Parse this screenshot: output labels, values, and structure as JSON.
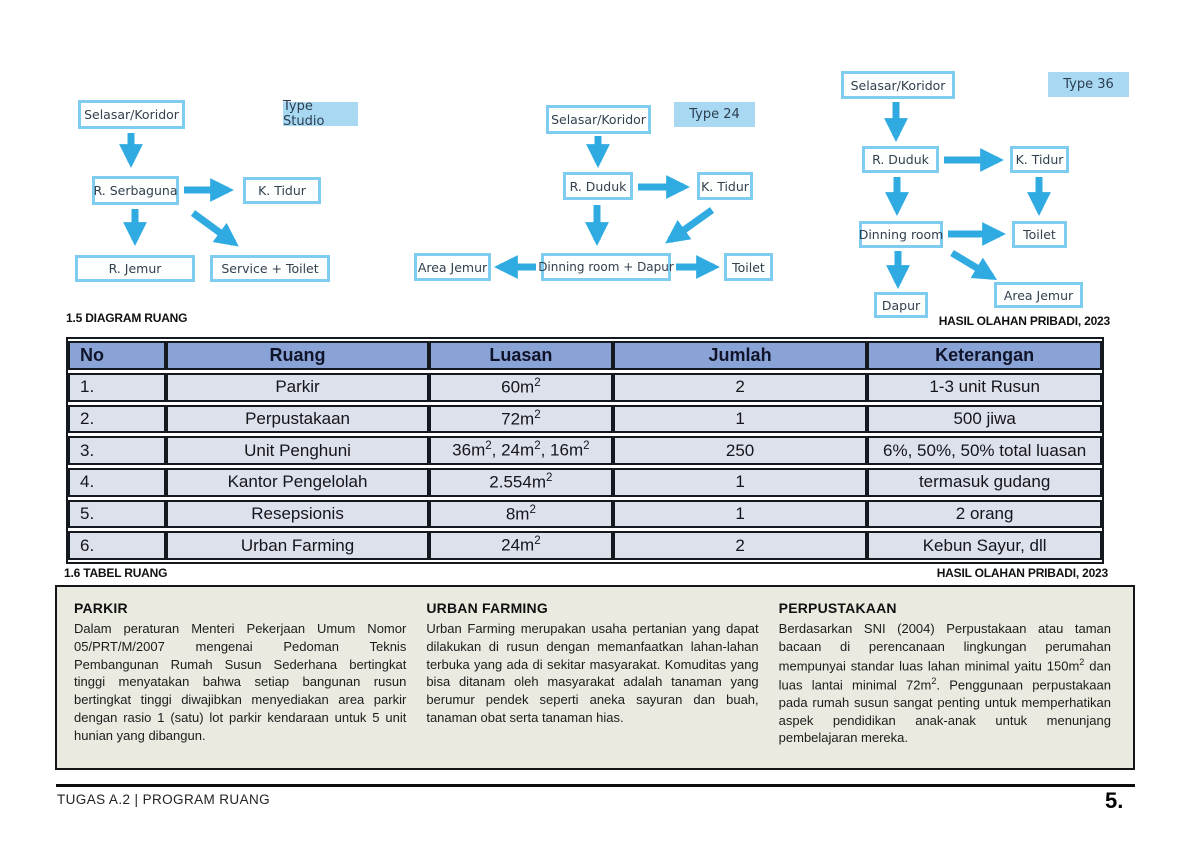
{
  "colors": {
    "diagram_box_border": "#7ecdf1",
    "arrow": "#2fabe2",
    "type_label_fill": "#a9d9f2",
    "table_header_bg": "#8aa3d6",
    "table_row_bg": "#dde1ec",
    "panel_bg": "#eaeae1"
  },
  "diagrams": {
    "studio": {
      "type_label": "Type Studio",
      "nodes": [
        "Selasar/Koridor",
        "R. Serbaguna",
        "K. Tidur",
        "R. Jemur",
        "Service + Toilet"
      ]
    },
    "type24": {
      "type_label": "Type 24",
      "nodes": [
        "Selasar/Koridor",
        "R. Duduk",
        "K. Tidur",
        "Area Jemur",
        "Dinning room + Dapur",
        "Toilet"
      ]
    },
    "type36": {
      "type_label": "Type 36",
      "nodes": [
        "Selasar/Koridor",
        "R. Duduk",
        "K. Tidur",
        "Dinning room",
        "Toilet",
        "Dapur",
        "Area Jemur"
      ]
    }
  },
  "sections": {
    "diagram_label": "1.5 DIAGRAM RUANG",
    "table_label": "1.6 TABEL RUANG"
  },
  "source_notes": {
    "top": "HASIL OLAHAN PRIBADI, 2023",
    "bottom": "HASIL OLAHAN PRIBADI, 2023"
  },
  "table": {
    "headers": [
      "No",
      "Ruang",
      "Luasan",
      "Jumlah",
      "Keterangan"
    ],
    "rows": [
      [
        "1.",
        "Parkir",
        "60m²",
        "2",
        "1-3 unit Rusun"
      ],
      [
        "2.",
        "Perpustakaan",
        "72m²",
        "1",
        "500 jiwa"
      ],
      [
        "3.",
        "Unit Penghuni",
        "36m², 24m², 16m²",
        "250",
        "6%, 50%, 50% total luasan"
      ],
      [
        "4.",
        "Kantor Pengelolah",
        "2.554m²",
        "1",
        "termasuk gudang"
      ],
      [
        "5.",
        "Resepsionis",
        "8m²",
        "1",
        "2 orang"
      ],
      [
        "6.",
        "Urban Farming",
        "24m²",
        "2",
        "Kebun Sayur, dll"
      ]
    ]
  },
  "notes": [
    {
      "title": "PARKIR",
      "body": "Dalam peraturan Menteri Pekerjaan Umum Nomor 05/PRT/M/2007 mengenai Pedoman Teknis Pembangunan Rumah Susun Sederhana bertingkat tinggi menyatakan bahwa setiap bangunan rusun bertingkat tinggi diwajibkan menyediakan area parkir dengan rasio 1 (satu) lot parkir kendaraan untuk 5 unit hunian yang dibangun."
    },
    {
      "title": "URBAN FARMING",
      "body": "Urban Farming merupakan usaha pertanian yang dapat dilakukan di rusun dengan memanfaatkan lahan-lahan terbuka yang ada di sekitar masyarakat. Komuditas yang bisa ditanam oleh masyarakat adalah tanaman yang berumur pendek seperti aneka sayuran dan buah, tanaman obat serta tanaman hias."
    },
    {
      "title": "PERPUSTAKAAN",
      "body": "Berdasarkan SNI (2004) Perpustakaan atau taman bacaan di perencanaan lingkungan perumahan mempunyai standar luas lahan minimal yaitu 150m² dan luas lantai minimal 72m². Penggunaan perpustakaan pada rumah susun sangat penting untuk memperhatikan aspek pendidikan anak-anak untuk menunjang pembelajaran mereka."
    }
  ],
  "footer": {
    "left": "TUGAS A.2 | PROGRAM RUANG",
    "page_number": "5."
  }
}
